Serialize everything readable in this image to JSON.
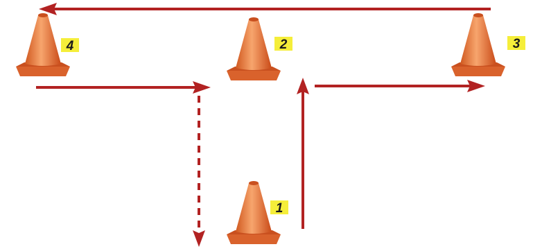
{
  "colors": {
    "arrow": "#b22222",
    "cone_dark": "#c9501f",
    "cone_mid": "#ee7a3c",
    "cone_light": "#f6a56f",
    "cone_base": "#d9622c",
    "label_bg": "#f5ee3a",
    "label_text": "#1a1a1a"
  },
  "cones": [
    {
      "id": "1",
      "label": "1"
    },
    {
      "id": "2",
      "label": "2"
    },
    {
      "id": "3",
      "label": "3"
    },
    {
      "id": "4",
      "label": "4"
    }
  ],
  "arrows": [
    {
      "from": "1",
      "to": "2",
      "style": "solid"
    },
    {
      "from": "2",
      "to": "3",
      "style": "solid"
    },
    {
      "from": "3",
      "to": "4",
      "style": "solid"
    },
    {
      "from": "4",
      "to": "2",
      "style": "solid"
    },
    {
      "from": "2",
      "to": "exit",
      "style": "dashed"
    }
  ]
}
